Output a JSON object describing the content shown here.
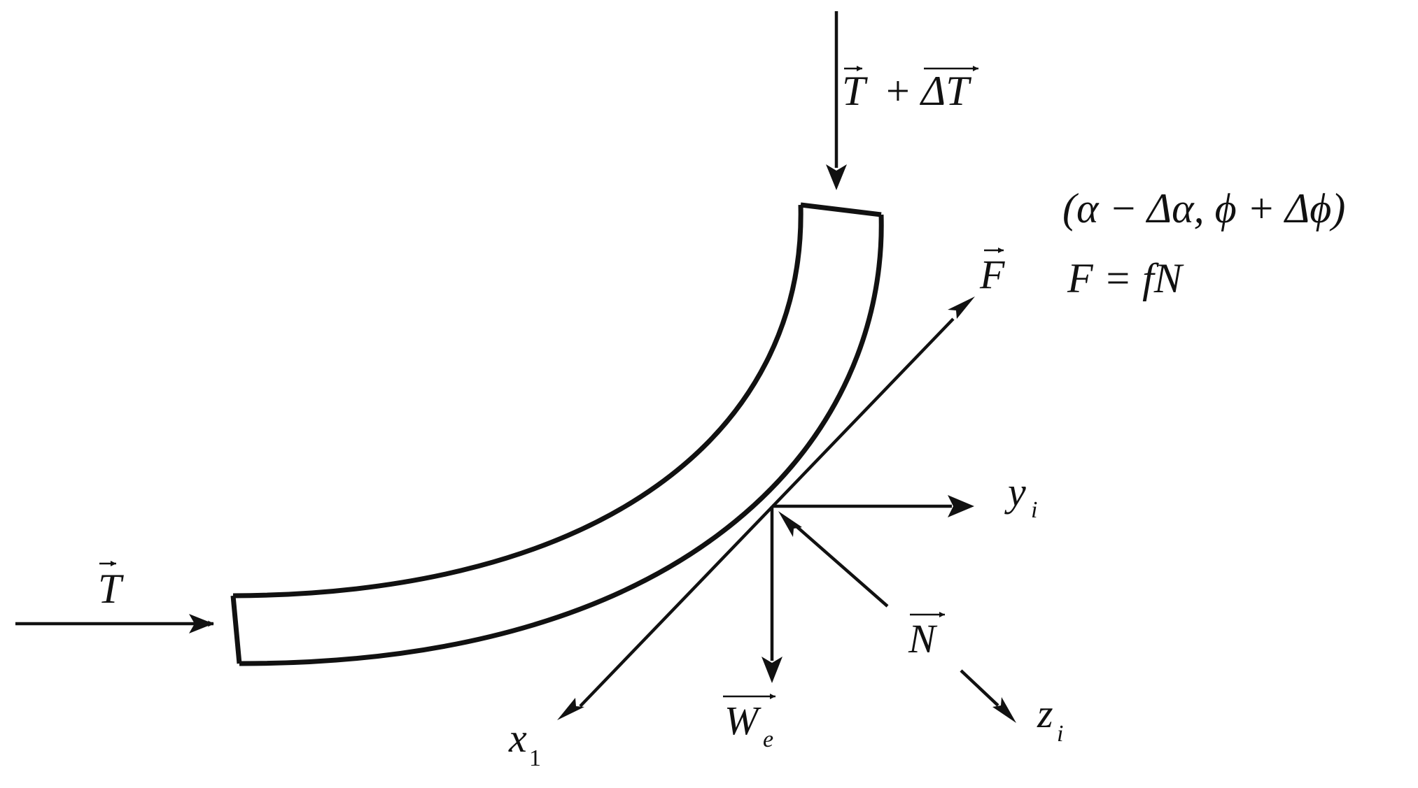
{
  "labels": {
    "tension_in": "T",
    "tension_out_t": "T",
    "tension_out_plus": "+",
    "tension_out_delta": "ΔT",
    "coords": "(α − Δα, ϕ + Δϕ)",
    "friction_relation": "F = fN",
    "friction_vector": "F",
    "normal_vector": "N",
    "weight_vector": "W",
    "weight_subscript": "e",
    "axis_x": "x",
    "axis_x_subscript": "1",
    "axis_y": "y",
    "axis_y_subscript": "i",
    "axis_z": "z",
    "axis_z_subscript": "i"
  },
  "colors": {
    "ink": "#111111",
    "background": "#ffffff"
  }
}
